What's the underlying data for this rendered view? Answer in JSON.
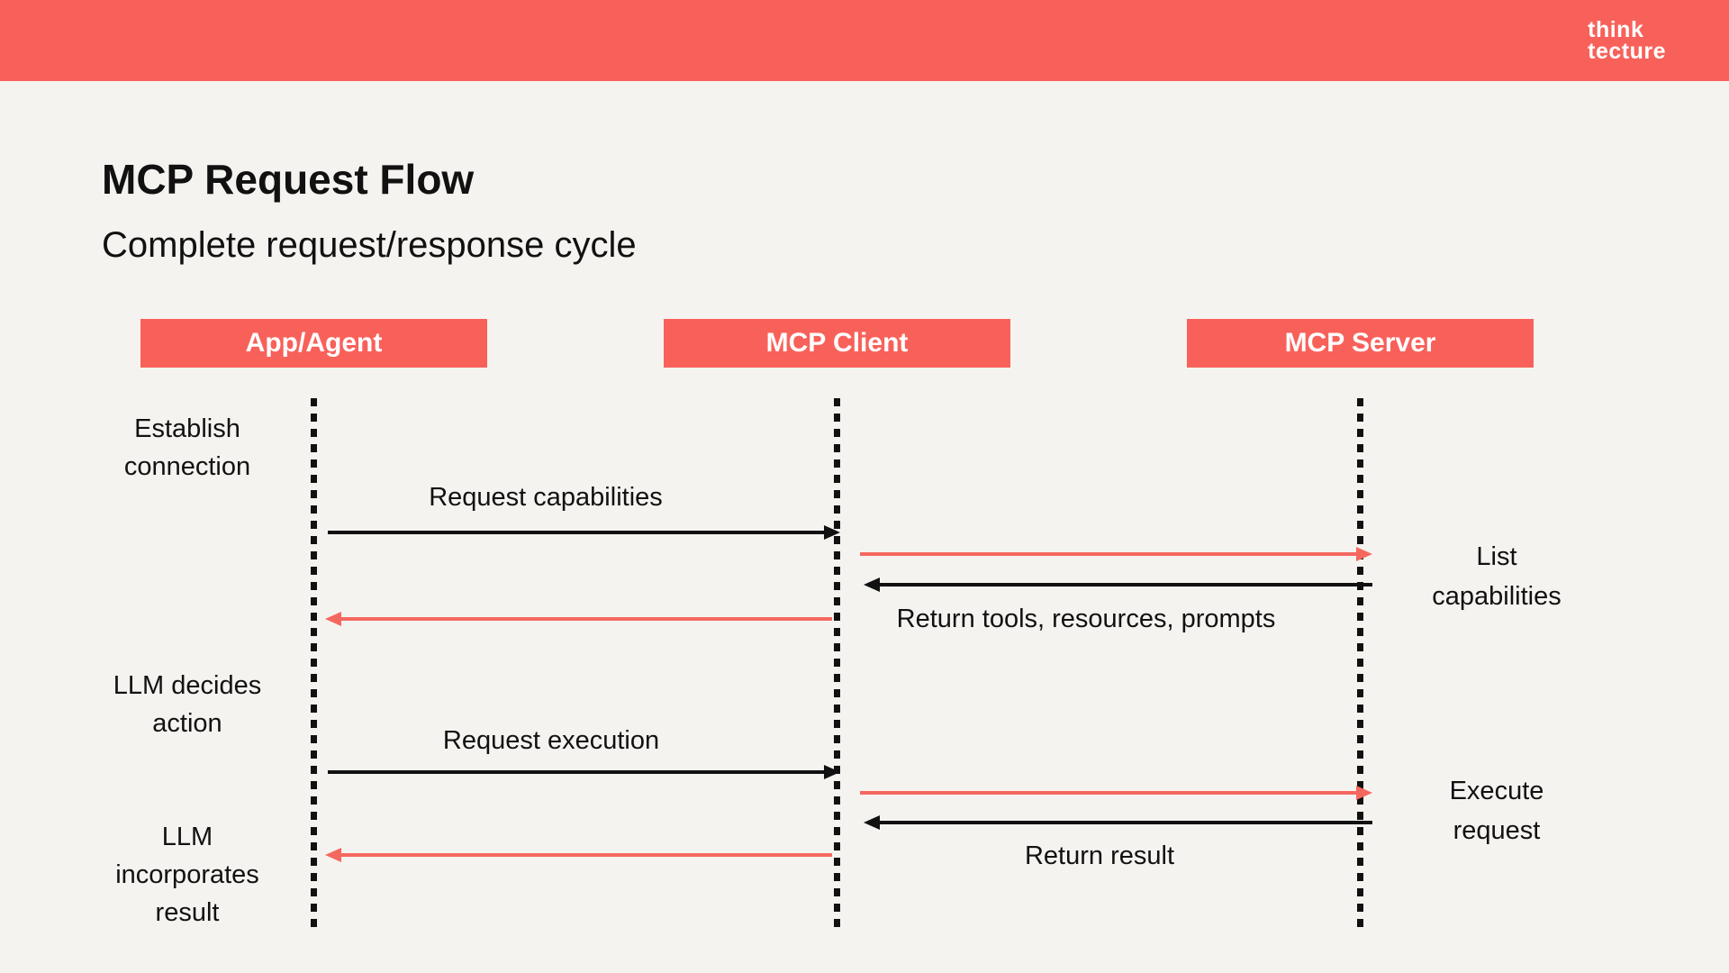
{
  "colors": {
    "brand_red": "#f8615a",
    "arrow_red": "#f5685f",
    "arrow_black": "#111111",
    "background": "#f5f3f0",
    "text": "#111111"
  },
  "brand": {
    "logo_line1": "think",
    "logo_line2": "tecture"
  },
  "slide": {
    "title": "MCP Request Flow",
    "subtitle": "Complete request/response cycle"
  },
  "diagram": {
    "actors": [
      {
        "label": "App/Agent"
      },
      {
        "label": "MCP Client"
      },
      {
        "label": "MCP Server"
      }
    ],
    "phase_labels_left": [
      {
        "text": "Establish\nconnection"
      },
      {
        "text": "LLM decides\naction"
      },
      {
        "text": "LLM\nincorporates\nresult"
      }
    ],
    "phase_labels_right": [
      {
        "text": "List\ncapabilities"
      },
      {
        "text": "Execute\nrequest"
      }
    ],
    "messages": [
      {
        "label": "Request capabilities",
        "from": "App/Agent",
        "to": "MCP Client",
        "style": "black",
        "direction": "right"
      },
      {
        "label": "",
        "from": "MCP Client",
        "to": "MCP Server",
        "style": "red",
        "direction": "right"
      },
      {
        "label": "",
        "from": "MCP Server",
        "to": "MCP Client",
        "style": "black",
        "direction": "left"
      },
      {
        "label": "Return tools, resources, prompts",
        "from": "MCP Client",
        "to": "App/Agent",
        "style": "red",
        "direction": "left"
      },
      {
        "label": "Request execution",
        "from": "App/Agent",
        "to": "MCP Client",
        "style": "black",
        "direction": "right"
      },
      {
        "label": "",
        "from": "MCP Client",
        "to": "MCP Server",
        "style": "red",
        "direction": "right"
      },
      {
        "label": "",
        "from": "MCP Server",
        "to": "MCP Client",
        "style": "black",
        "direction": "left"
      },
      {
        "label": "Return result",
        "from": "MCP Client",
        "to": "App/Agent",
        "style": "red",
        "direction": "left"
      }
    ]
  }
}
